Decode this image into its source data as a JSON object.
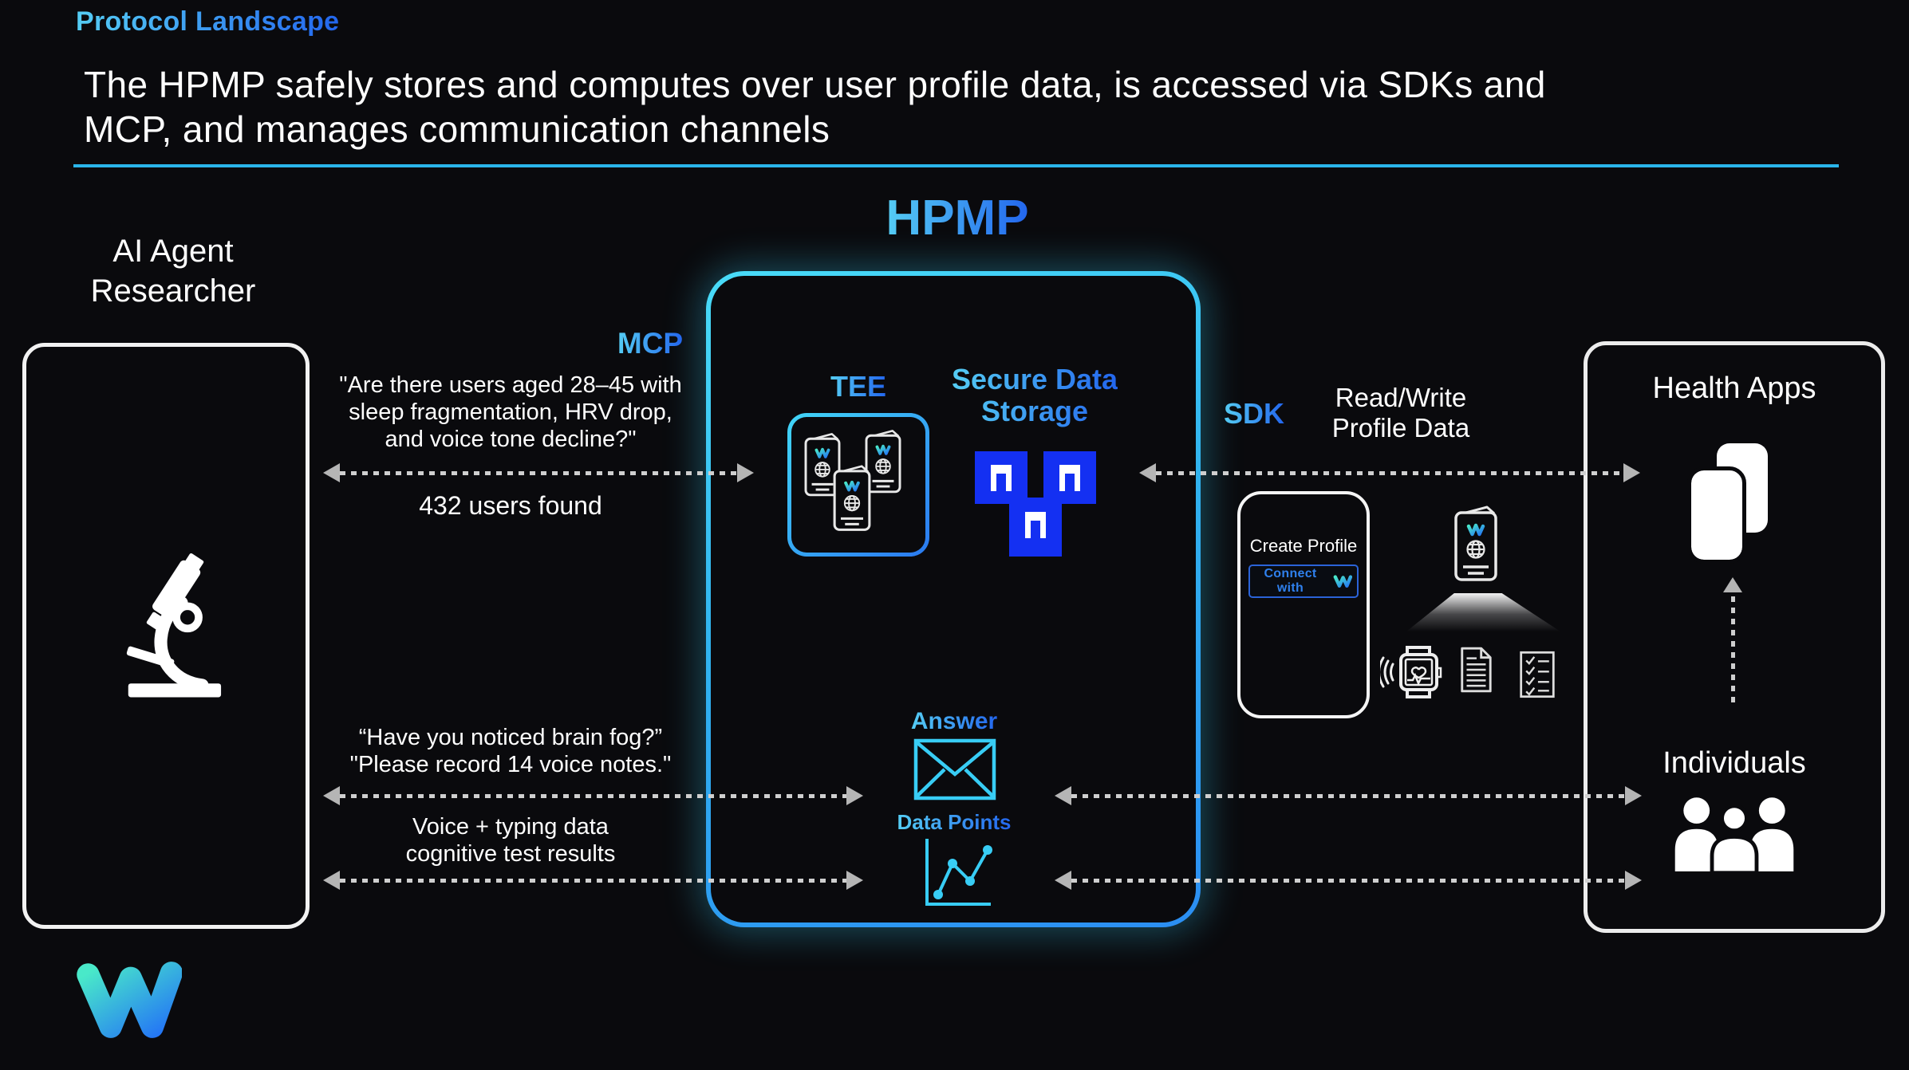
{
  "eyebrow": "Protocol Landscape",
  "heading": {
    "line1": "The HPMP safely stores and computes over user profile data, is accessed via SDKs and",
    "line2": "MCP, and manages communication channels"
  },
  "hpmp": {
    "title": "HPMP",
    "tee_label": "TEE",
    "storage_line1": "Secure Data",
    "storage_line2": "Storage",
    "answer_label": "Answer",
    "data_points_label": "Data Points"
  },
  "left_actor": {
    "title_line1": "AI Agent",
    "title_line2": "Researcher"
  },
  "mcp": {
    "label": "MCP",
    "query_line1": "\"Are there users aged 28–45 with",
    "query_line2": "sleep fragmentation, HRV drop,",
    "query_line3": "and voice tone decline?\"",
    "result": "432 users found",
    "prompt_line1": "“Have you noticed brain fog?”",
    "prompt_line2": "\"Please record 14 voice notes.\"",
    "data_line1": "Voice + typing data",
    "data_line2": "cognitive test results"
  },
  "sdk": {
    "label": "SDK",
    "readwrite_line1": "Read/Write",
    "readwrite_line2": "Profile Data"
  },
  "phone": {
    "title": "Create Profile",
    "connect_button": "Connect with"
  },
  "right_actor": {
    "health_apps_label": "Health Apps",
    "individuals_label": "Individuals"
  },
  "colors": {
    "accent_cyan": "#38cdf5",
    "storage_blue": "#1430f2",
    "underline": "#2ab5ea",
    "arrow_gray": "#cfcfcf",
    "label_gradient_start": "#55cdf4",
    "label_gradient_end": "#2366ee",
    "logo_gradient_start": "#49e9c9",
    "logo_gradient_end": "#2476f5"
  }
}
